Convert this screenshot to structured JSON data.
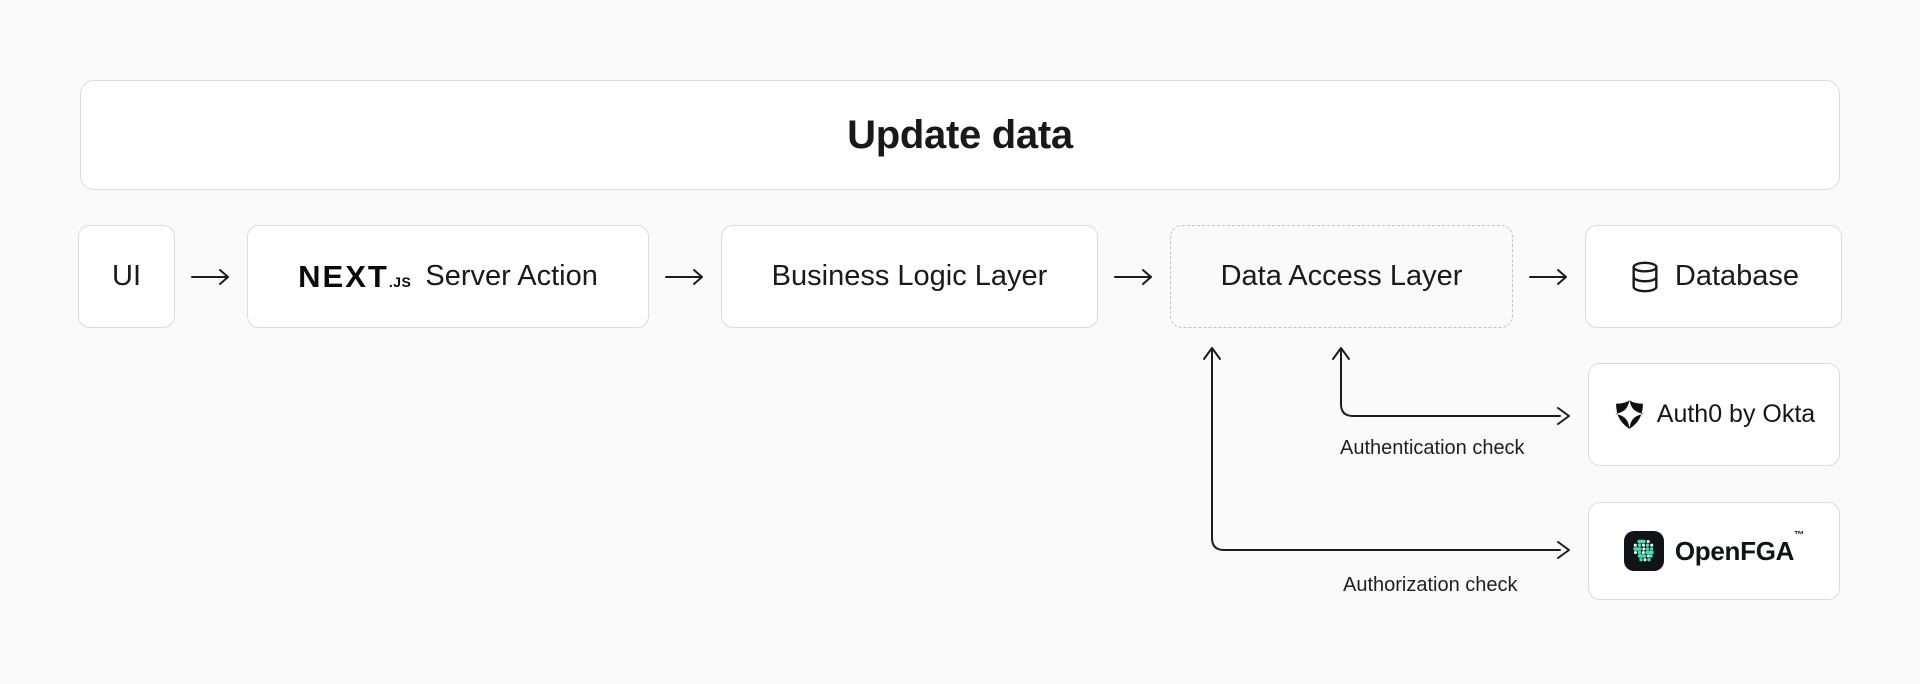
{
  "page": {
    "background": "#fafafa",
    "card_background": "#ffffff",
    "border_color": "#dcdcdc",
    "text_color": "#1a1a1a",
    "accent_teal": "#3ee0ae"
  },
  "title": {
    "label": "Update data"
  },
  "flow": {
    "nodes": [
      {
        "id": "ui",
        "label": "UI"
      },
      {
        "id": "server-action",
        "label": "Server Action",
        "logo": "nextjs-logo",
        "logo_text": "NEXT",
        "logo_suffix": ".JS"
      },
      {
        "id": "business-logic-layer",
        "label": "Business Logic Layer"
      },
      {
        "id": "data-access-layer",
        "label": "Data Access Layer",
        "border": "dashed"
      },
      {
        "id": "database",
        "label": "Database",
        "icon": "database-icon"
      }
    ]
  },
  "services": [
    {
      "id": "auth0",
      "label": "Auth0 by Okta",
      "icon": "auth0-shield-icon",
      "connection_label": "Authentication check"
    },
    {
      "id": "openfga",
      "label": "OpenFGA",
      "trademark": "™",
      "icon": "openfga-icon",
      "connection_label": "Authorization check"
    }
  ]
}
